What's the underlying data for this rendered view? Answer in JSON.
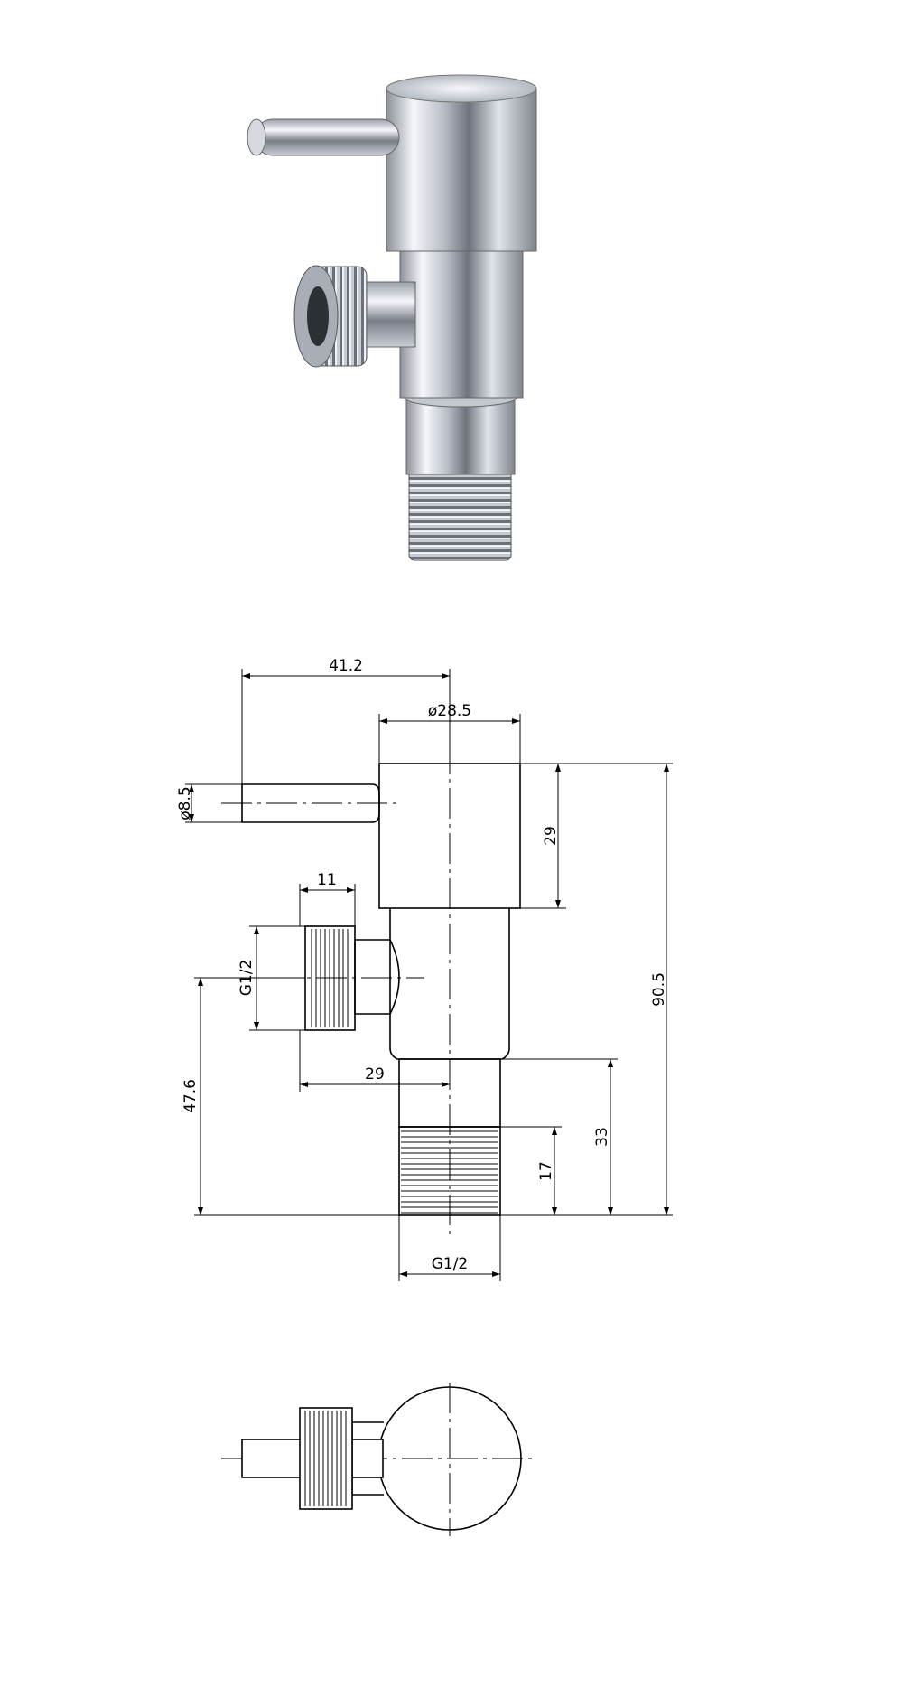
{
  "photo": {
    "title": ""
  },
  "front_view": {
    "dims": {
      "overall_lever_reach": "41.2",
      "body_diameter": "ø28.5",
      "lever_diameter": "ø8.5",
      "handle_height": "29",
      "outlet_length": "11",
      "outlet_thread": "G1/2",
      "outlet_offset": "29",
      "outlet_height": "47.6",
      "total_height": "90.5",
      "inlet_length": "33",
      "inlet_thread_length": "17",
      "inlet_thread": "G1/2"
    }
  },
  "colors": {
    "line": "#000000",
    "chrome_dark": "#7a7e86",
    "chrome_light": "#f4f6fa"
  }
}
